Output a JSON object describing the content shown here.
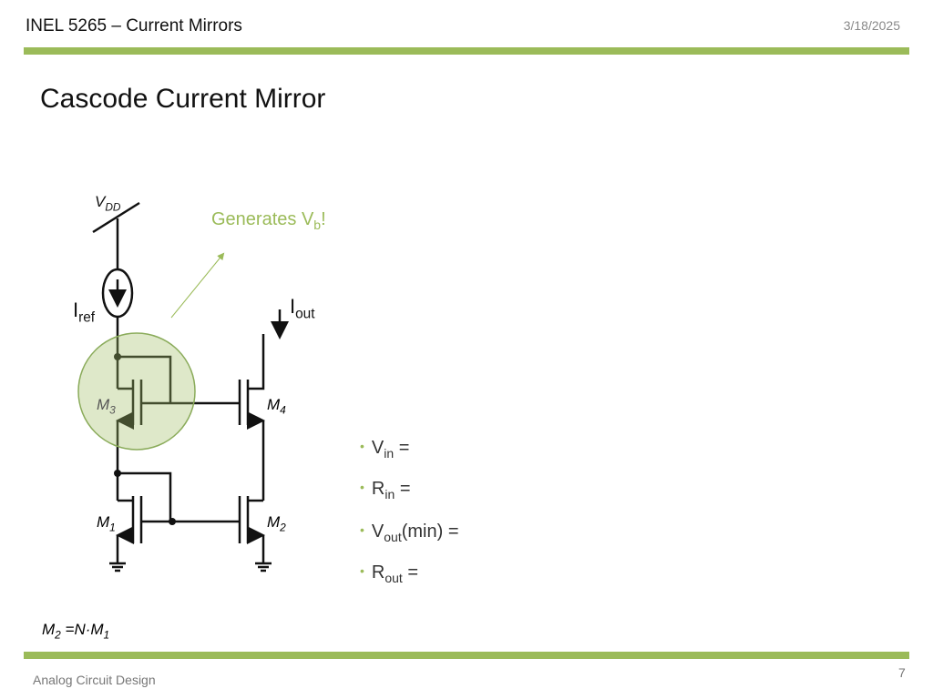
{
  "header": {
    "course": "INEL 5265 – Current Mirrors",
    "date": "3/18/2025"
  },
  "slide": {
    "title": "Cascode Current Mirror",
    "annotation": {
      "text": "Generates V",
      "sub": "b",
      "suffix": "!"
    },
    "circuit": {
      "vdd": "V",
      "vdd_sub": "DD",
      "iref": "I",
      "iref_sub": "ref",
      "iout": "I",
      "iout_sub": "out",
      "m1": "M",
      "m1_sub": "1",
      "m2": "M",
      "m2_sub": "2",
      "m3": "M",
      "m3_sub": "3",
      "m4": "M",
      "m4_sub": "4"
    },
    "bullets": [
      {
        "main": "V",
        "sub": "in",
        "rest": " ="
      },
      {
        "main": "R",
        "sub": "in",
        "rest": " ="
      },
      {
        "main": "V",
        "sub": "out",
        "rest": "(min) ="
      },
      {
        "main": "R",
        "sub": "out",
        "rest": " ="
      }
    ],
    "ratio": {
      "a": "M",
      "a_sub": "2",
      "mid": " =N·M",
      "b_sub": "1"
    }
  },
  "footer": {
    "course": "Analog Circuit Design",
    "page": "7"
  },
  "colors": {
    "accent": "#9bbb59"
  }
}
